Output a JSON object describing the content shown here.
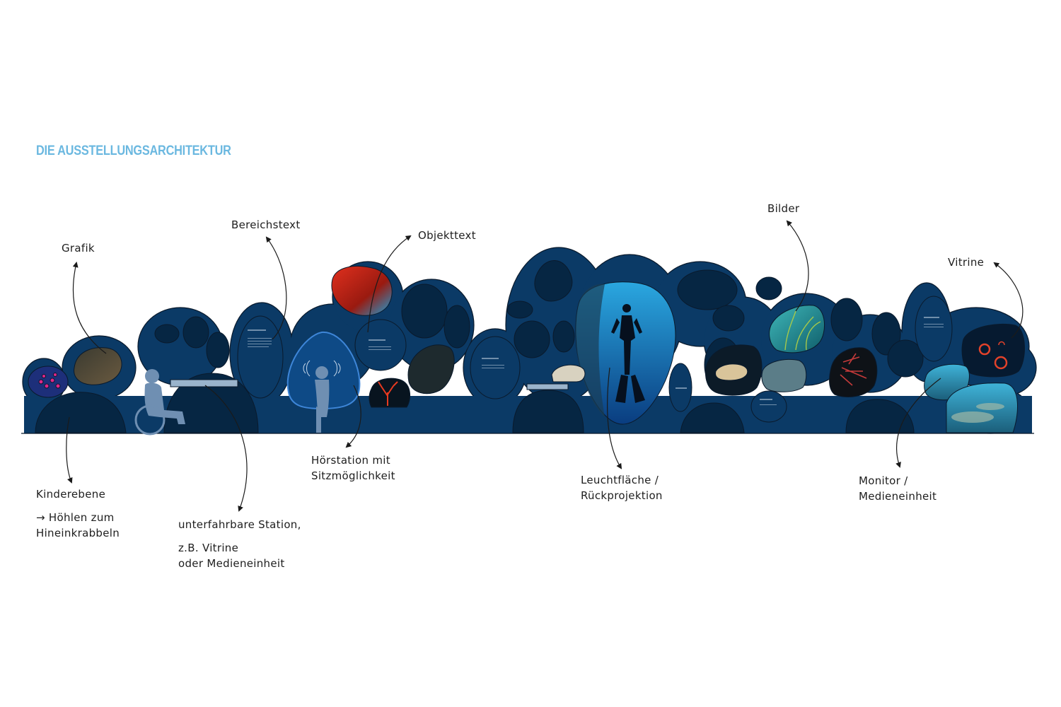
{
  "title": "DIE AUSSTELLUNGSARCHITEKTUR",
  "labels": {
    "grafik": "Grafik",
    "bereichstext": "Bereichstext",
    "objekttext": "Objekttext",
    "bilder": "Bilder",
    "vitrine": "Vitrine",
    "kinderebene": "Kinderebene",
    "hoehlen": "→ Höhlen zum",
    "hineinkrabbeln": "Hineinkrabbeln",
    "unterfahrbar": "unterfahrbare Station,",
    "zb_vitrine": "z.B. Vitrine",
    "oder_medien": "oder Medieneinheit",
    "hoerstation_1": "Hörstation mit",
    "hoerstation_2": "Sitzmöglichkeit",
    "leucht_1": "Leuchtfläche /",
    "leucht_2": "Rückprojektion",
    "monitor_1": "Monitor /",
    "monitor_2": "Medieneinheit"
  },
  "colors": {
    "title": "#6bb8e0",
    "wall": "#0b3a66",
    "wall_dark": "#062643",
    "outline": "#0a1a2c",
    "arrow": "#1a1a1a",
    "silhouette": "#6f8fb2",
    "vitrine_ring": "#e2422a"
  }
}
